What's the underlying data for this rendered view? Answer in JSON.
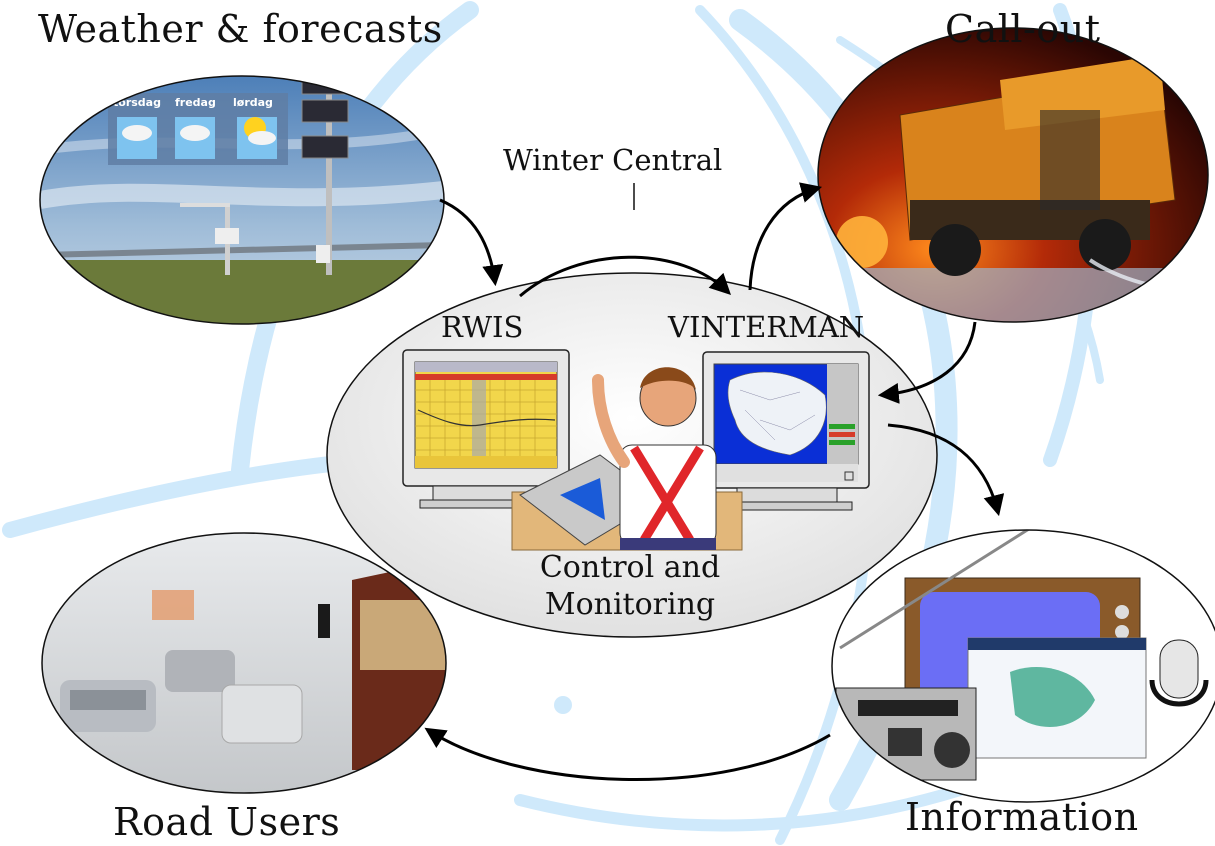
{
  "labels": {
    "weather": "Weather & forecasts",
    "callout": "Call-out",
    "road_users": "Road Users",
    "information": "Information",
    "winter_central": "Winter Central",
    "rwis": "RWIS",
    "vinterman": "VINTERMAN",
    "control_line1": "Control and",
    "control_line2": "Monitoring"
  },
  "forecast_days": [
    "torsdag",
    "fredag",
    "lørdag"
  ],
  "colors": {
    "background_swirl": "#cfe9fb",
    "center_ellipse": "#f0f0f0",
    "rwis_screen": "#f2d64b",
    "vinterman_map_sea": "#0a2fd6",
    "callout_truck": "#d9831c",
    "operator_braces": "#e0262a"
  }
}
